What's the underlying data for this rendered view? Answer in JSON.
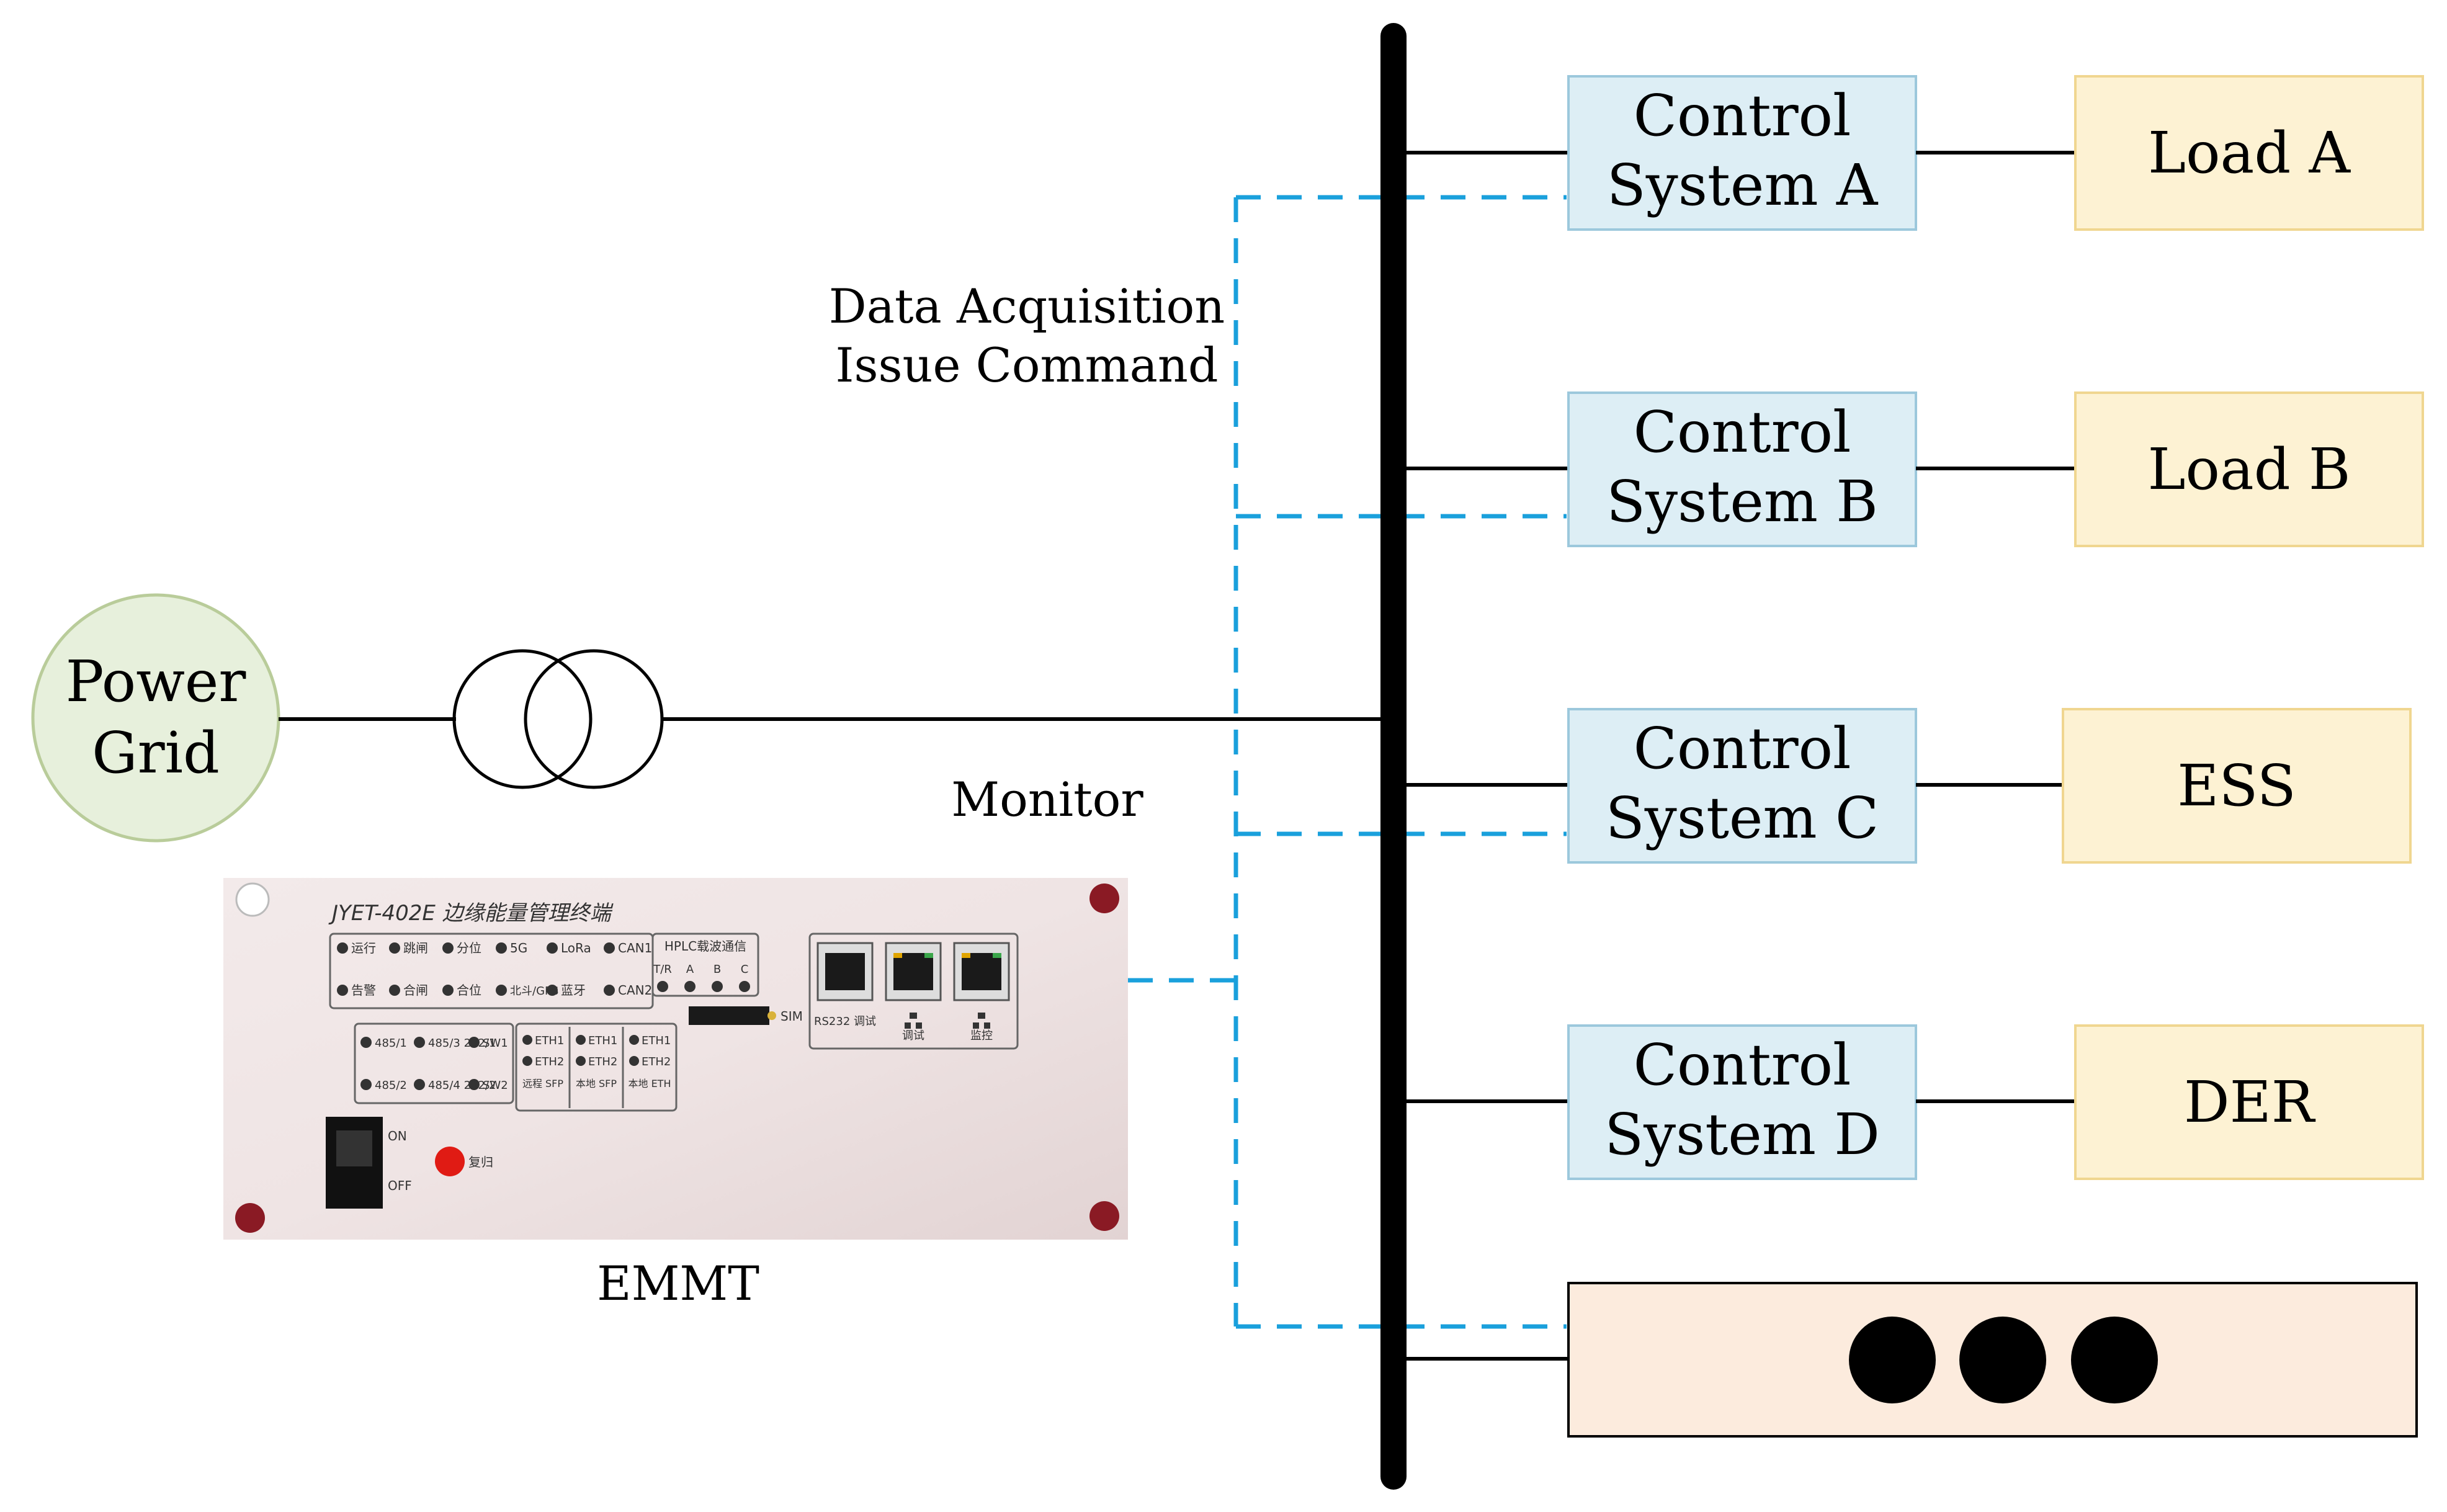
{
  "power_grid": {
    "line1": "Power",
    "line2": "Grid",
    "fill": "#e7f0dc",
    "stroke": "#b9cc9a"
  },
  "bus": {
    "color": "#000000"
  },
  "link_label": {
    "line1": "Data Acquisition",
    "line2": "Issue Command"
  },
  "monitor_label": "Monitor",
  "emmt_label": "EMMT",
  "control_systems": [
    {
      "line1": "Control",
      "line2": "System A"
    },
    {
      "line1": "Control",
      "line2": "System B"
    },
    {
      "line1": "Control",
      "line2": "System C"
    },
    {
      "line1": "Control",
      "line2": "System D"
    }
  ],
  "loads": [
    {
      "label": "Load A"
    },
    {
      "label": "Load B"
    },
    {
      "label": "ESS"
    },
    {
      "label": "DER"
    }
  ],
  "colors": {
    "control_fill": "#ddeef5",
    "control_stroke": "#9cc8dc",
    "load_fill": "#fdf2d3",
    "load_stroke": "#f0d690",
    "extra_fill": "#fcebdd",
    "dash": "#1aa0dc"
  },
  "device": {
    "title": "JYET-402E 边缘能量管理终端",
    "row1": [
      "运行",
      "跳闸",
      "分位",
      "5G",
      "LoRa",
      "CAN1"
    ],
    "row2": [
      "告警",
      "合闸",
      "合位",
      "北斗/GPS",
      "蓝牙",
      "CAN2"
    ],
    "hplc": {
      "title": "HPLC载波通信",
      "labels": [
        "T/R",
        "A",
        "B",
        "C"
      ]
    },
    "sim": "SIM",
    "ports": [
      "RS232 调试",
      "调试",
      "监控"
    ],
    "serial": [
      "485/1",
      "485/3 232/1",
      "SW1",
      "485/2",
      "485/4 232/2",
      "SW2"
    ],
    "eth_groups": [
      {
        "a": "ETH1",
        "b": "ETH2",
        "name": "远程 SFP"
      },
      {
        "a": "ETH1",
        "b": "ETH2",
        "name": "本地 SFP"
      },
      {
        "a": "ETH1",
        "b": "ETH2",
        "name": "本地 ETH"
      }
    ],
    "switch_on": "ON",
    "switch_off": "OFF",
    "reset": "复归"
  }
}
